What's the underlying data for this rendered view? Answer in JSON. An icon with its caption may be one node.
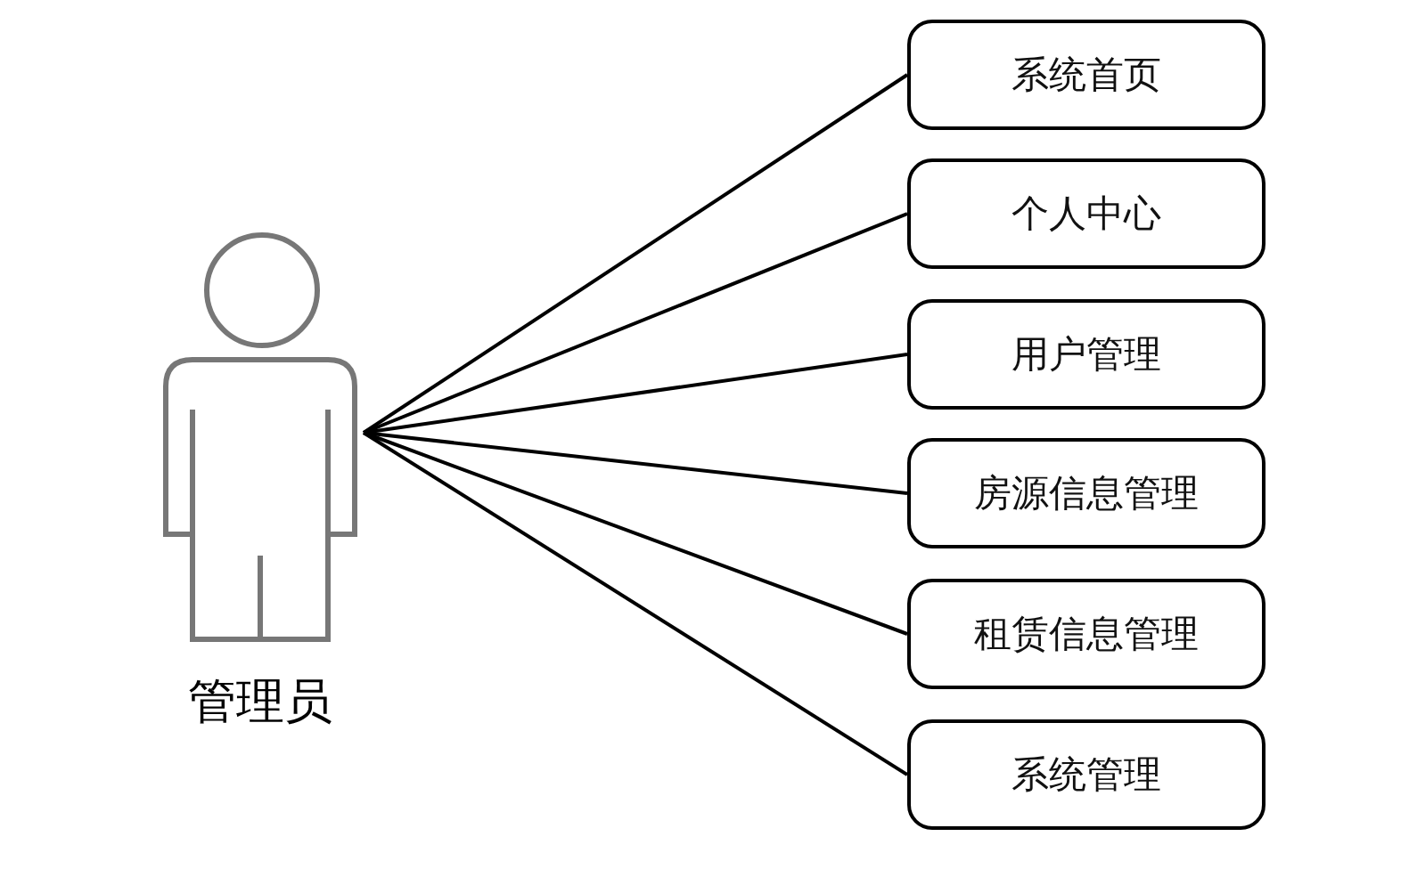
{
  "diagram": {
    "nodes": [
      {
        "text": [
          "管理员"
        ]
      },
      {
        "text": [
          "系统首页"
        ]
      },
      {
        "text": [
          "个人中心"
        ]
      },
      {
        "text": [
          "用户管理"
        ]
      },
      {
        "text": [
          "房源信息管理"
        ]
      },
      {
        "text": [
          "租赁信息管理"
        ]
      },
      {
        "text": [
          "系统管理"
        ]
      }
    ],
    "edges": [
      {
        "from": 0,
        "to": 1,
        "arrow": "none"
      },
      {
        "from": 0,
        "to": 2,
        "arrow": "none"
      },
      {
        "from": 0,
        "to": 3,
        "arrow": "none"
      },
      {
        "from": 0,
        "to": 4,
        "arrow": "none"
      },
      {
        "from": 0,
        "to": 5,
        "arrow": "none"
      },
      {
        "from": 0,
        "to": 6,
        "arrow": "none"
      }
    ]
  }
}
